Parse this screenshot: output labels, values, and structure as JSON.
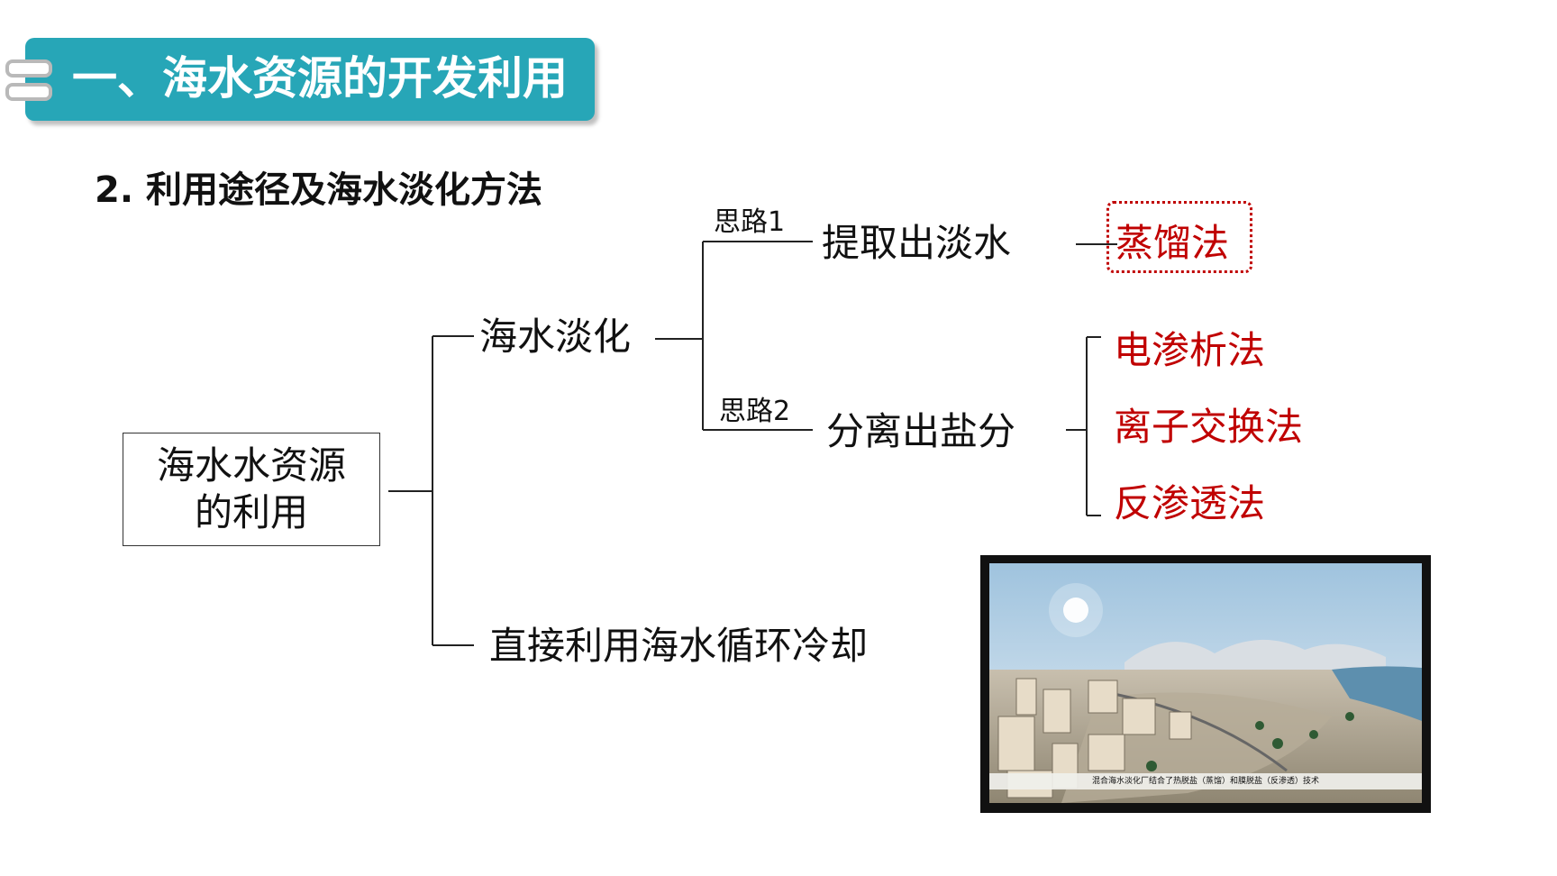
{
  "header": {
    "title": "一、海水资源的开发利用"
  },
  "subtitle": "2. 利用途径及海水淡化方法",
  "tree": {
    "root": "海水水资源的利用",
    "branch1": "海水淡化",
    "branch2": "直接利用海水循环冷却",
    "idea1_label": "思路1",
    "idea1_node": "提取出淡水",
    "idea1_method": "蒸馏法",
    "idea2_label": "思路2",
    "idea2_node": "分离出盐分",
    "idea2_methods": [
      "电渗析法",
      "离子交换法",
      "反渗透法"
    ]
  },
  "photo": {
    "caption": "混合海水淡化厂结合了热脱盐（蒸馏）和膜脱盐（反渗透）技术"
  },
  "colors": {
    "banner": "#27a6b7",
    "highlight": "#c00000"
  }
}
